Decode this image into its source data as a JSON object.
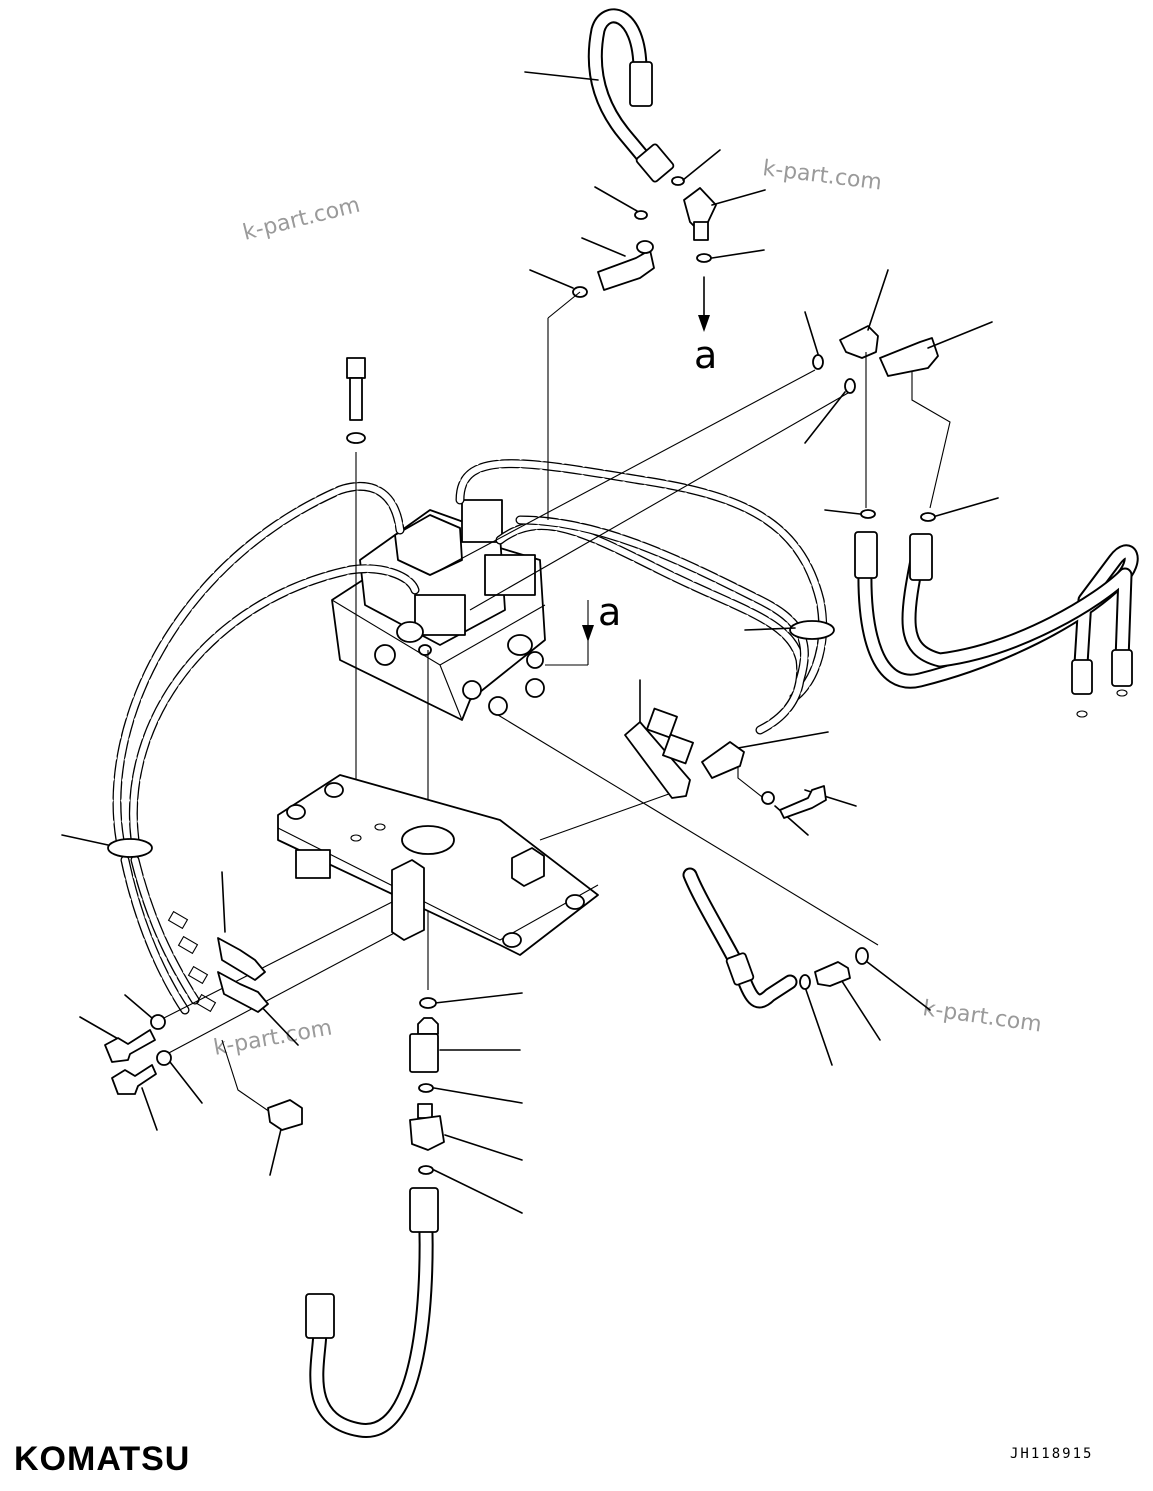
{
  "diagram": {
    "brand_logo": "KOMATSU",
    "drawing_code": "JH118915",
    "connection_labels": {
      "upper": "a",
      "lower": "a"
    },
    "watermarks": [
      "k-part.com",
      "k-part.com",
      "k-part.com",
      "k-part.com"
    ],
    "callout_count": 36
  }
}
